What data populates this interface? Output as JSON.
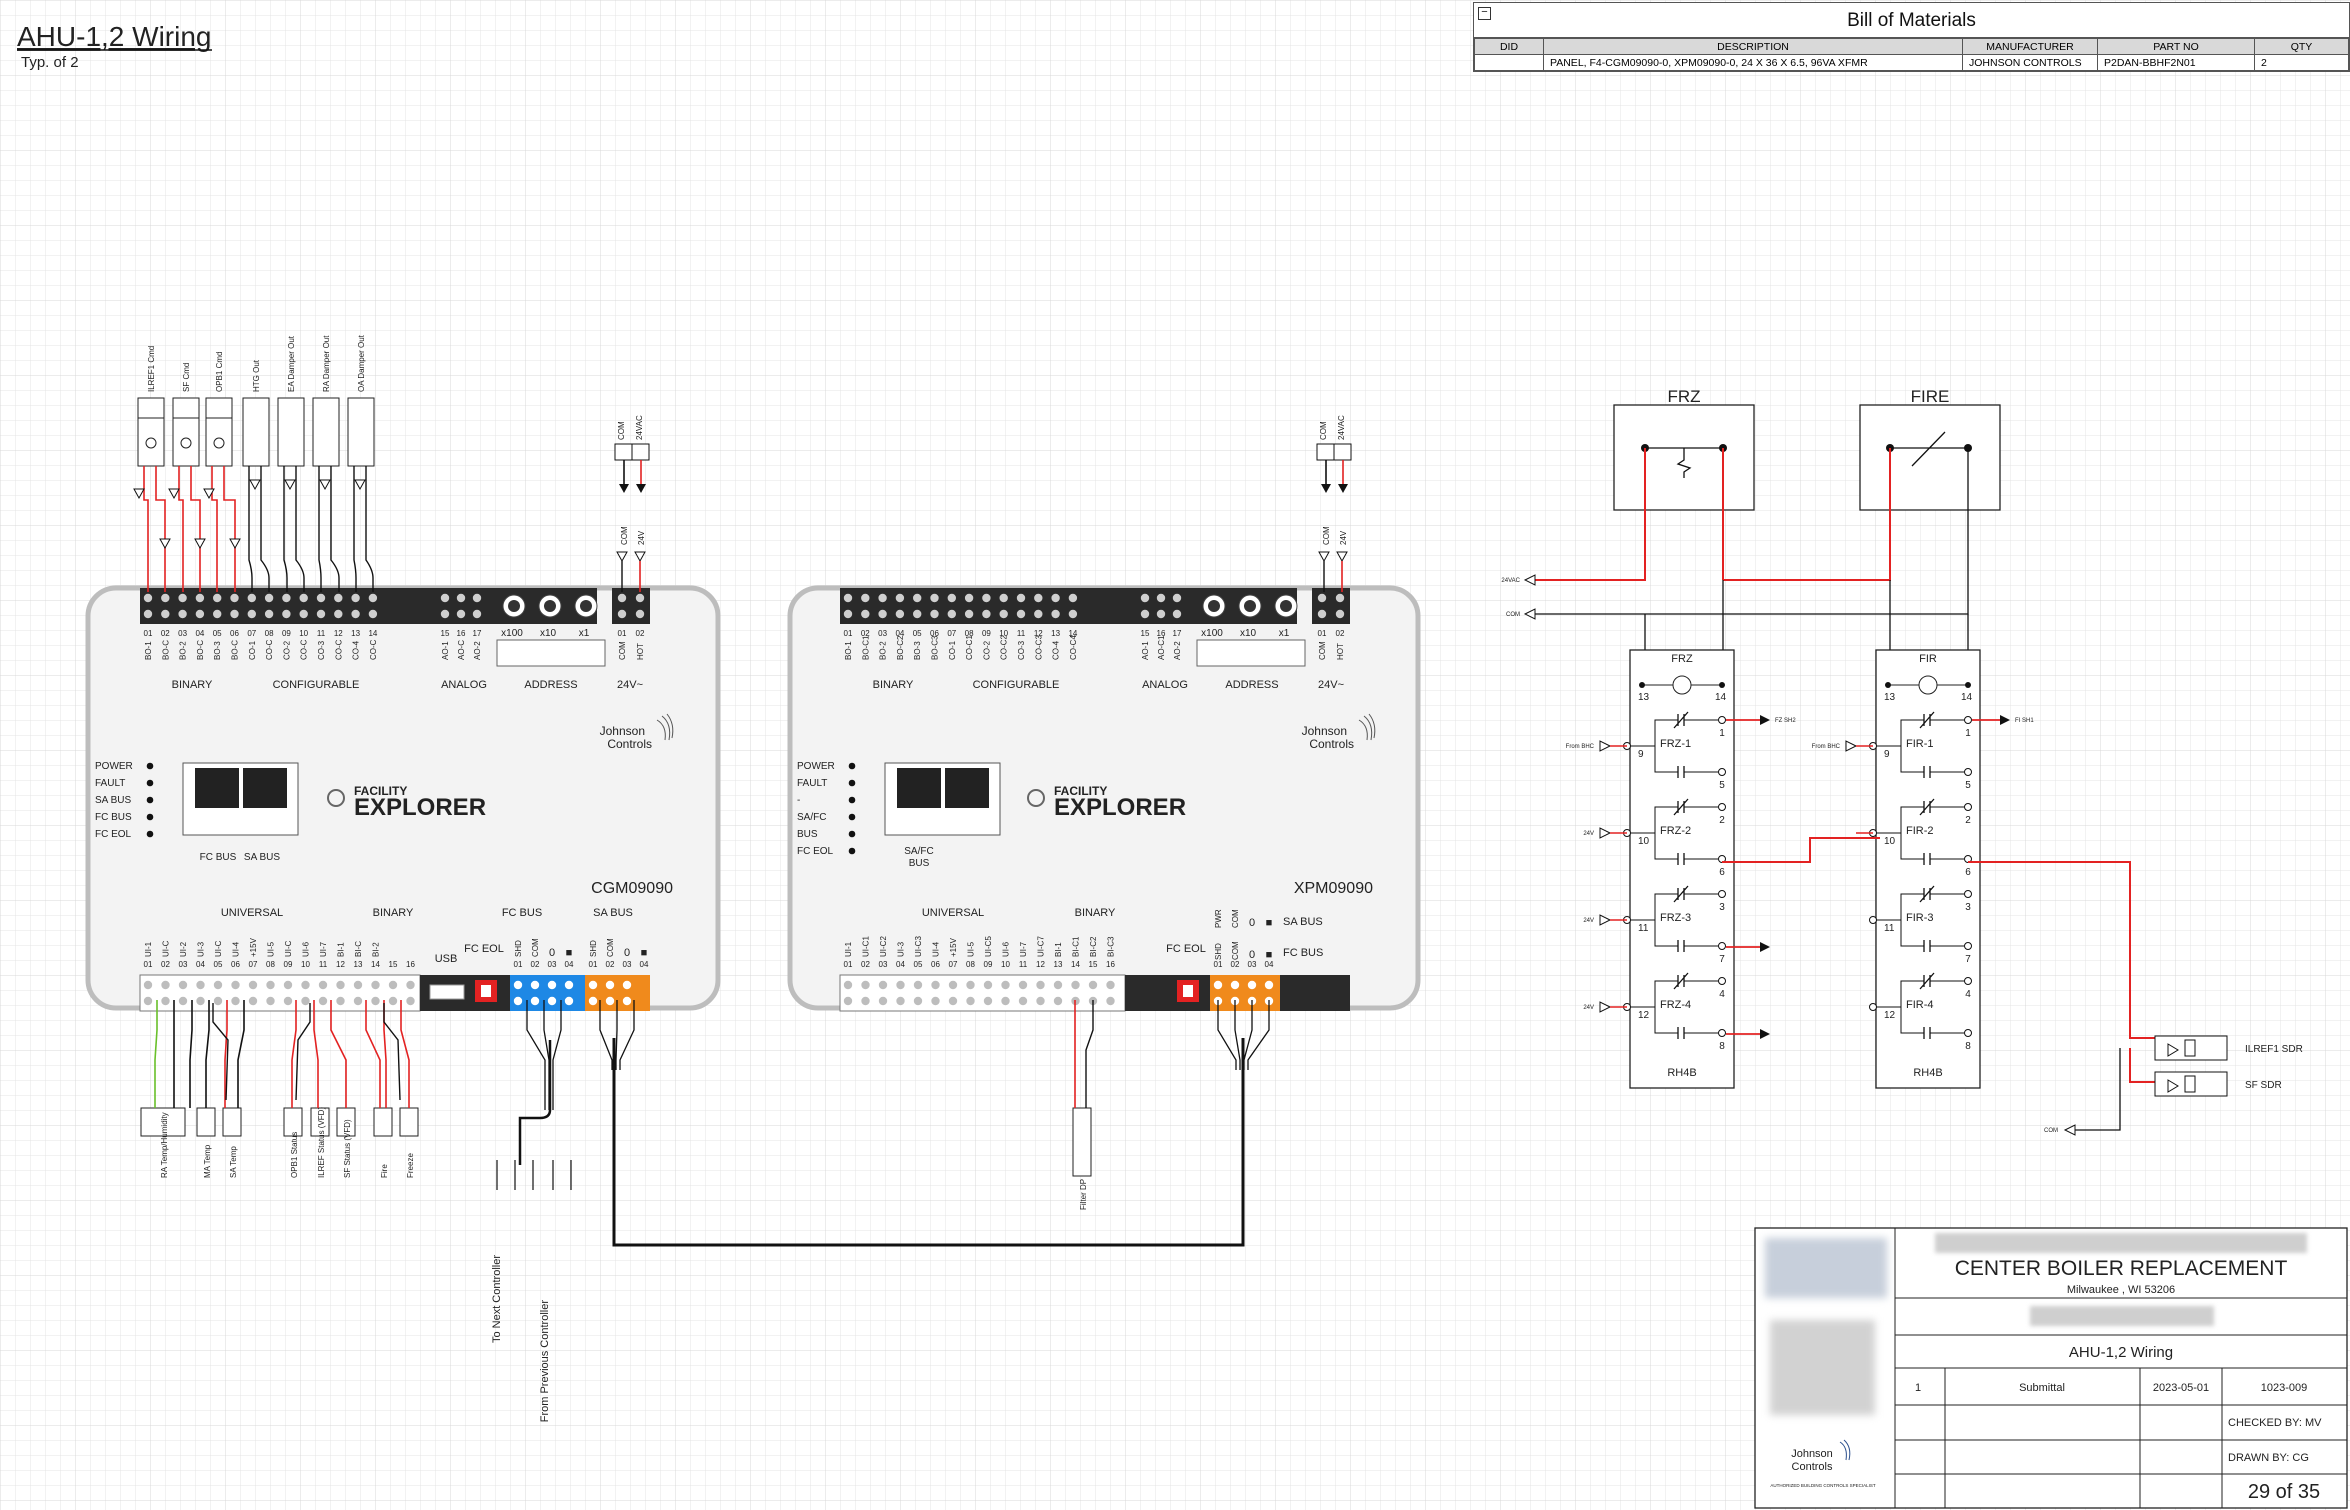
{
  "page": {
    "title": "AHU-1,2 Wiring",
    "subtitle": "Typ. of 2"
  },
  "bom": {
    "title": "Bill of Materials",
    "headers": [
      "DID",
      "DESCRIPTION",
      "MANUFACTURER",
      "PART NO",
      "QTY"
    ],
    "rows": [
      {
        "did": "",
        "description": "PANEL, F4-CGM09090-0, XPM09090-0, 24 X 36 X 6.5, 96VA XFMR",
        "manufacturer": "JOHNSON CONTROLS",
        "part_no": "P2DAN-BBHF2N01",
        "qty": "2"
      }
    ]
  },
  "cgm": {
    "model": "CGM09090",
    "brand_line1": "Johnson",
    "brand_line2": "Controls",
    "logo_top": "FACILITY",
    "logo_bottom": "EXPLORER",
    "group_labels": {
      "binary": "BINARY",
      "configurable": "CONFIGURABLE",
      "analog": "ANALOG",
      "address": "ADDRESS",
      "power": "24V~"
    },
    "bottom_groups": {
      "universal": "UNIVERSAL",
      "binary": "BINARY",
      "fc_bus": "FC BUS",
      "sa_bus": "SA BUS",
      "usb": "USB",
      "fc_eol": "FC EOL"
    },
    "leds": [
      "POWER",
      "FAULT",
      "SA BUS",
      "FC BUS",
      "FC EOL"
    ],
    "jack_labels": [
      "FC BUS",
      "SA BUS"
    ],
    "dials": [
      "x100",
      "x10",
      "x1"
    ],
    "top_pins": [
      "BO-1",
      "BO-C",
      "BO-2",
      "BO-C",
      "BO-3",
      "BO-C",
      "CO-1",
      "CO-C",
      "CO-2",
      "CO-C",
      "CO-3",
      "CO-C",
      "CO-4",
      "CO-C"
    ],
    "top_nums": [
      "01",
      "02",
      "03",
      "04",
      "05",
      "06",
      "07",
      "08",
      "09",
      "10",
      "11",
      "12",
      "13",
      "14"
    ],
    "analog_pins": [
      "AO-1",
      "AO-C",
      "AO-2"
    ],
    "analog_nums": [
      "15",
      "16",
      "17"
    ],
    "power_pins": [
      "COM",
      "HOT"
    ],
    "power_nums": [
      "01",
      "02"
    ],
    "bottom_pins": [
      "UI-1",
      "UI-C",
      "UI-2",
      "UI-3",
      "UI-C",
      "UI-4",
      "+15V",
      "UI-5",
      "UI-C",
      "UI-6",
      "UI-7",
      "BI-1",
      "BI-C",
      "BI-2"
    ],
    "bottom_nums": [
      "01",
      "02",
      "03",
      "04",
      "05",
      "06",
      "07",
      "08",
      "09",
      "10",
      "11",
      "12",
      "13",
      "14",
      "15",
      "16"
    ],
    "bus_pins": [
      "SHD",
      "COM",
      "0",
      "■"
    ],
    "bus_nums": [
      "01",
      "02",
      "03",
      "04"
    ]
  },
  "xpm": {
    "model": "XPM09090",
    "brand_line1": "Johnson",
    "brand_line2": "Controls",
    "logo_top": "FACILITY",
    "logo_bottom": "EXPLORER",
    "leds": [
      "POWER",
      "FAULT",
      "-",
      "SA/FC",
      "BUS",
      "FC EOL"
    ],
    "jack_labels": [
      "SA/FC",
      "BUS"
    ],
    "dials": [
      "x100",
      "x10",
      "x1"
    ],
    "top_pins": [
      "BO-1",
      "BO-C1",
      "BO-2",
      "BO-C2",
      "BO-3",
      "BO-C3",
      "CO-1",
      "CO-C1",
      "CO-2",
      "CO-C2",
      "CO-3",
      "CO-C3",
      "CO-4",
      "CO-C4"
    ],
    "analog_pins": [
      "AO-1",
      "AO-C1",
      "AO-2"
    ],
    "bottom_pins": [
      "UI-1",
      "UI-C1",
      "UI-C2",
      "UI-3",
      "UI-C3",
      "UI-4",
      "+15V",
      "UI-5",
      "UI-C5",
      "UI-6",
      "UI-7",
      "UI-C7",
      "BI-1",
      "BI-C1",
      "BI-C2",
      "BI-C3"
    ],
    "bus_labels": [
      "SA BUS",
      "FC BUS"
    ],
    "bus_group_top": [
      "PWR",
      "COM",
      "0",
      "■"
    ]
  },
  "cgm_top_devices": [
    "ILREF1 Cmd",
    "SF Cmd",
    "OPB1 Cmd",
    "HTG Out",
    "EA Damper Out",
    "RA Damper Out",
    "OA Damper Out"
  ],
  "cgm_bottom_devices": [
    "RA Temp/Humidity",
    "MA Temp",
    "SA Temp",
    "OPB1 Status",
    "ILREF Status (VFD)",
    "SF Status (VFD)",
    "Fire",
    "Freeze"
  ],
  "xpm_bottom_devices": [
    "Filter DP"
  ],
  "bus_notes": {
    "to_next": "To Next\nController",
    "from_prev": "From Previous\nController"
  },
  "power_inputs": {
    "com": "COM",
    "vac": "24VAC",
    "com_short": "COM",
    "v24": "24V"
  },
  "safety": {
    "frz_box": "FRZ",
    "fire_box": "FIRE",
    "relay1": {
      "name": "FRZ",
      "base": "RH4B",
      "contacts": [
        "FRZ-1",
        "FRZ-2",
        "FRZ-3",
        "FRZ-4"
      ]
    },
    "relay2": {
      "name": "FIR",
      "base": "RH4B",
      "contacts": [
        "FIR-1",
        "FIR-2",
        "FIR-3",
        "FIR-4"
      ]
    },
    "terminals": {
      "t13": "13",
      "t14": "14",
      "t9": "9",
      "t10": "10",
      "t11": "11",
      "t12": "12",
      "t1": "1",
      "t2": "2",
      "t3": "3",
      "t4": "4",
      "t5": "5",
      "t6": "6",
      "t7": "7",
      "t8": "8"
    },
    "rails": {
      "vac": "24VAC",
      "com": "COM"
    },
    "outputs": [
      "ILREF1 SDR",
      "SF SDR"
    ],
    "small_labels": {
      "frz_out": "FZ SH2",
      "fire_out": "FI SH1",
      "v24": "24V",
      "com": "COM",
      "frz_in": "From BHC"
    }
  },
  "title_block": {
    "project": "CENTER BOILER REPLACEMENT",
    "location": "Milwaukee , WI 53206",
    "drawing": "AHU-1,2 Wiring",
    "rev": "1",
    "status": "Submittal",
    "date": "2023-05-01",
    "job": "1023-009",
    "checked": "CHECKED BY: MV",
    "drawn": "DRAWN BY: CG",
    "page": "29 of 35",
    "logo_line1": "Johnson",
    "logo_line2": "Controls",
    "logo_tag": "AUTHORIZED BUILDING CONTROLS SPECIALIST"
  }
}
